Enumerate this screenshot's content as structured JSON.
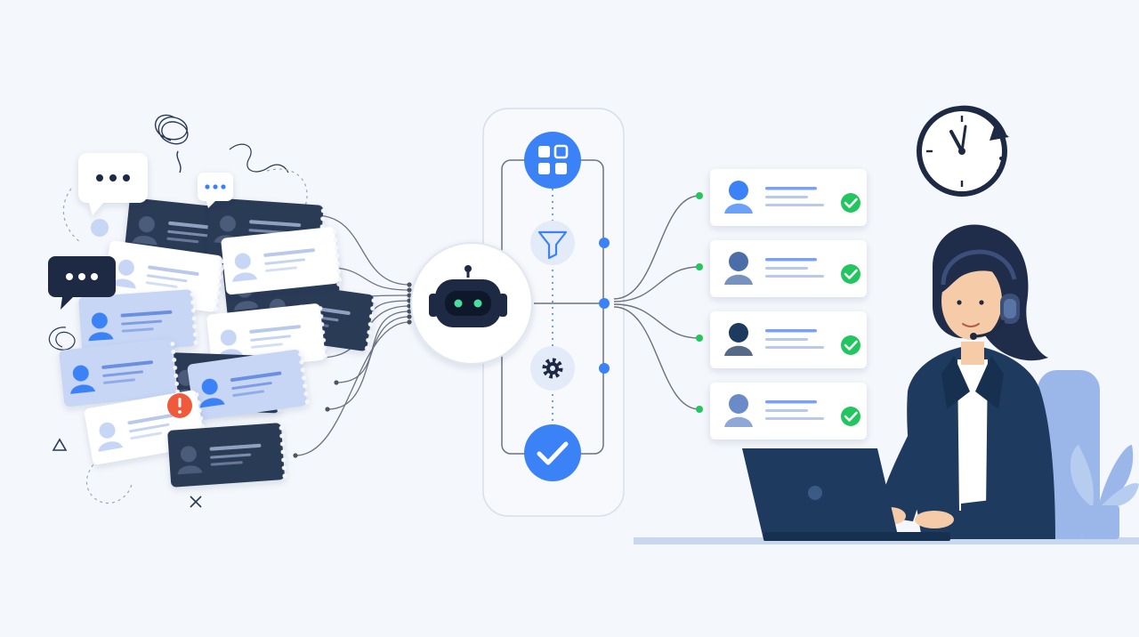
{
  "colors": {
    "background": "#f4f7fb",
    "primary_blue": "#3b82f6",
    "navy": "#1e3a5f",
    "dark_ticket": "#2b3a55",
    "light_blue_ticket": "#c7d6f5",
    "white_ticket": "#ffffff",
    "check_green": "#22c55e",
    "alert_orange": "#f05a3c",
    "connector_gray": "#6b7280",
    "panel_border": "#d7dfeb",
    "skin": "#f6cba8",
    "hair": "#1f2c4a"
  },
  "icons": {
    "robot": "robot-icon",
    "categorize": "grid-icon",
    "filter": "filter-icon",
    "settings": "gear-icon",
    "done": "check-icon",
    "clock": "clock-icon",
    "chat": "chat-bubble-icon",
    "alert": "alert-icon",
    "agent": "support-agent-headset",
    "laptop": "laptop-icon",
    "plant": "plant-icon"
  },
  "inputs": {
    "ticket_count": 13,
    "chat_bubbles": 3
  },
  "pipeline": {
    "steps": [
      "categorize",
      "filter",
      "process",
      "done"
    ]
  },
  "outputs": {
    "resolved_tickets": 4,
    "status": "resolved"
  }
}
